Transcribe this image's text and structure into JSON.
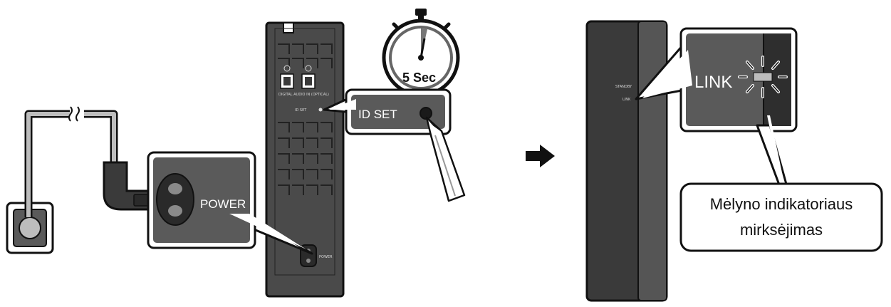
{
  "left_panel": {
    "power_label": "POWER",
    "id_set_label": "ID SET",
    "timer_label": "5 Sec",
    "tiny_id_set": "ID SET",
    "tiny_power": "POWER",
    "tiny_optical": "DIGITAL AUDIO IN (OPTICAL)"
  },
  "right_panel": {
    "link_label": "LINK",
    "tiny_standby": "STANDBY",
    "tiny_link": "LINK",
    "callout_line1": "Mėlyno indikatoriaus",
    "callout_line2": "mirksėjimas"
  },
  "colors": {
    "device": "#4a4a4a",
    "device_dark": "#2e2e2e",
    "callout_bg": "#5a5a5a",
    "outline": "#111111"
  }
}
